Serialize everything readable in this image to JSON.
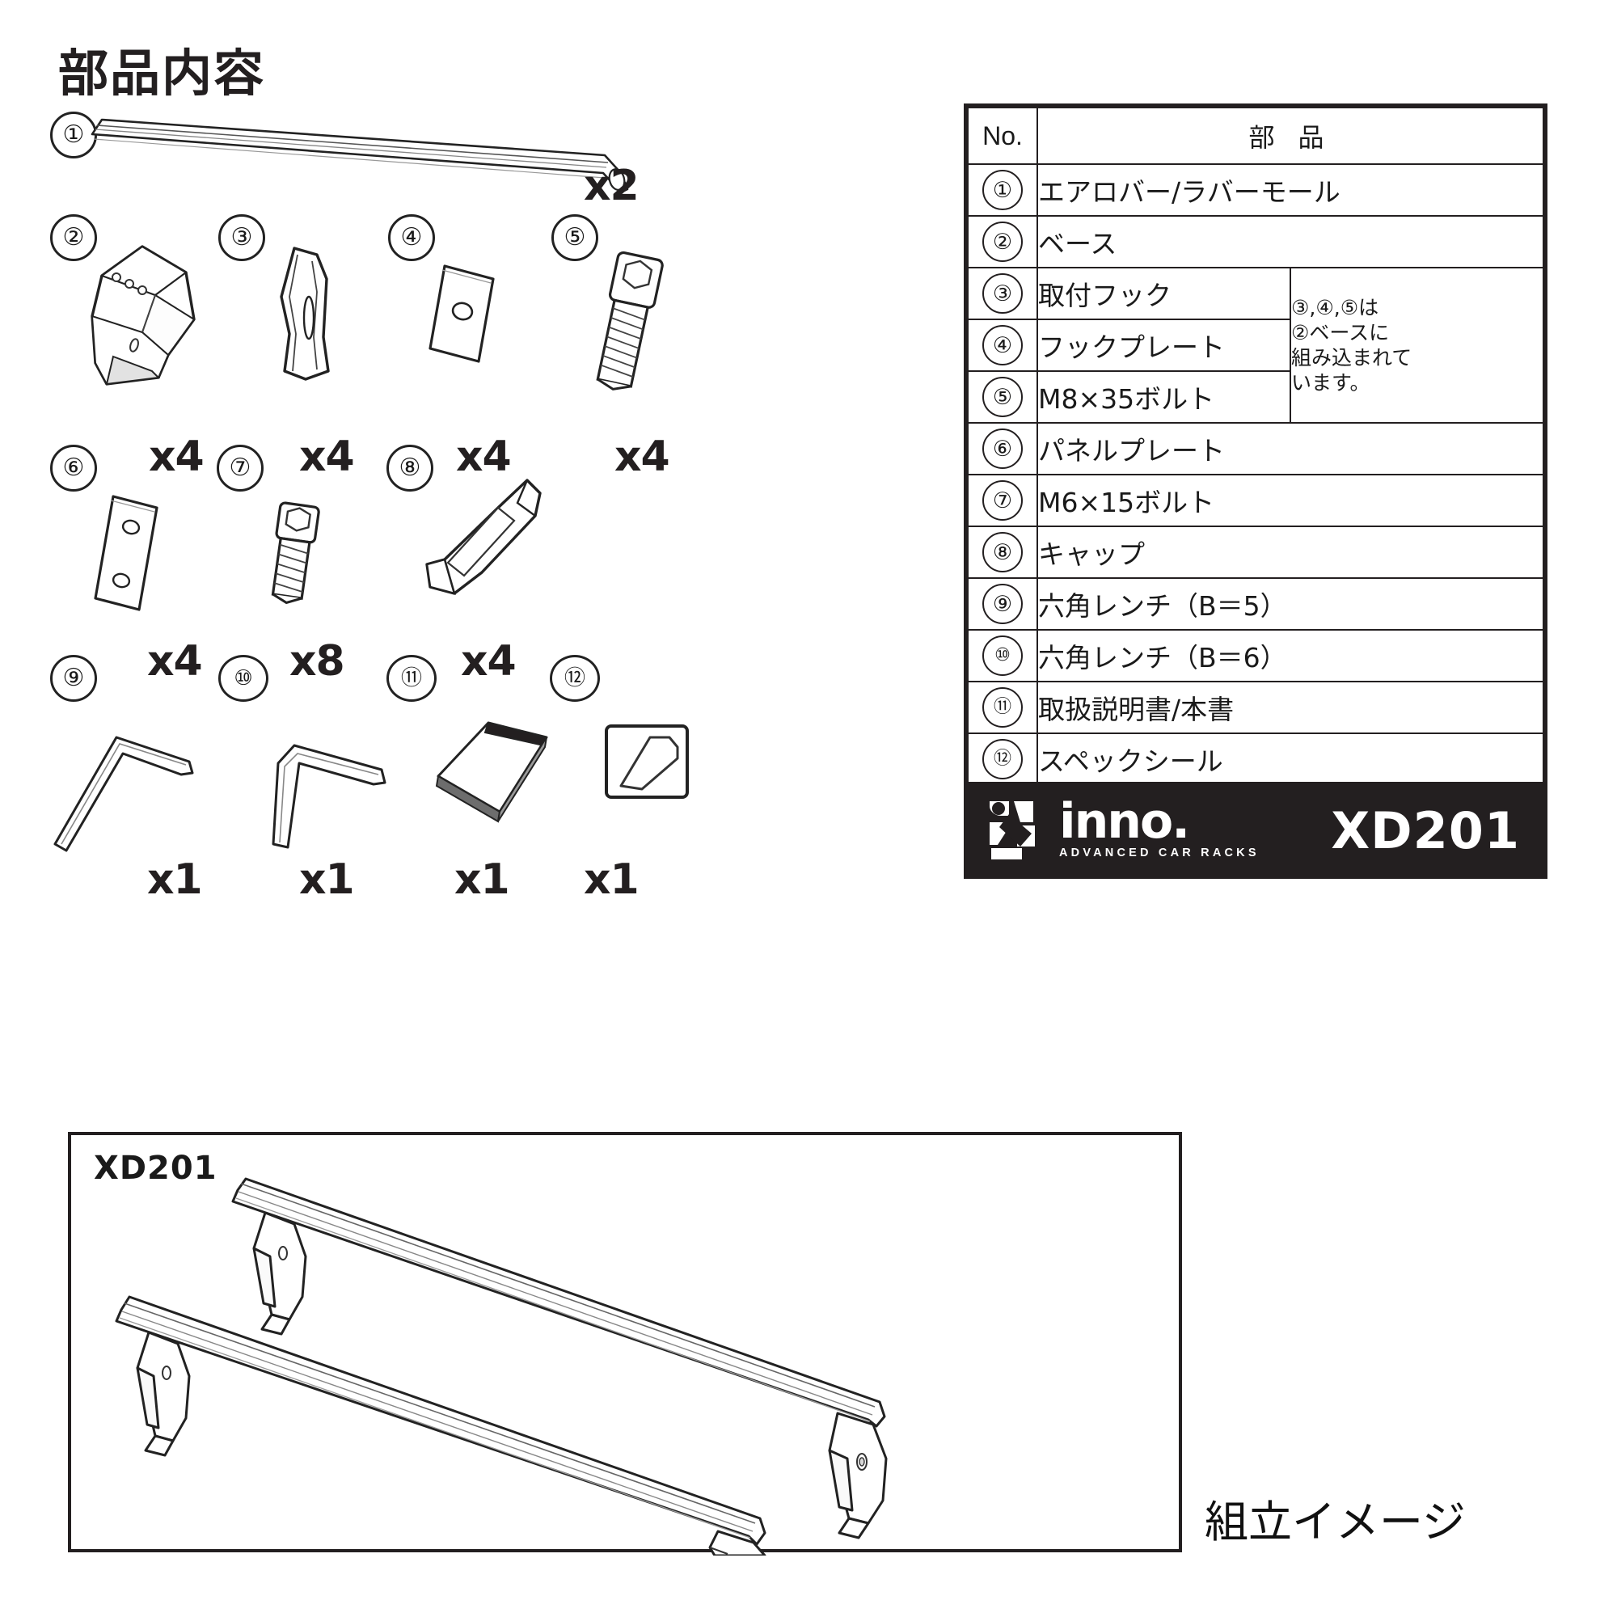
{
  "page": {
    "title": "部品内容"
  },
  "parts_illustrations": [
    {
      "num": "①",
      "qty": "x2",
      "icon": "aero-bar-icon"
    },
    {
      "num": "②",
      "qty": "x4",
      "icon": "base-icon"
    },
    {
      "num": "③",
      "qty": "x4",
      "icon": "mounting-hook-icon"
    },
    {
      "num": "④",
      "qty": "x4",
      "icon": "hook-plate-icon"
    },
    {
      "num": "⑤",
      "qty": "x4",
      "icon": "m8-bolt-icon"
    },
    {
      "num": "⑥",
      "qty": "x4",
      "icon": "panel-plate-icon"
    },
    {
      "num": "⑦",
      "qty": "x8",
      "icon": "m6-bolt-icon"
    },
    {
      "num": "⑧",
      "qty": "x4",
      "icon": "cap-icon"
    },
    {
      "num": "⑨",
      "qty": "x1",
      "icon": "hex-wrench-b5-icon"
    },
    {
      "num": "⑩",
      "qty": "x1",
      "icon": "hex-wrench-b6-icon"
    },
    {
      "num": "⑪",
      "qty": "x1",
      "icon": "manual-booklet-icon"
    },
    {
      "num": "⑫",
      "qty": "x1",
      "icon": "spec-sticker-icon"
    }
  ],
  "parts_table": {
    "headers": {
      "no": "No.",
      "part": "部 品"
    },
    "rows": [
      {
        "no": "①",
        "name": "エアロバー/ラバーモール"
      },
      {
        "no": "②",
        "name": "ベース"
      },
      {
        "no": "③",
        "name": "取付フック"
      },
      {
        "no": "④",
        "name": "フックプレート"
      },
      {
        "no": "⑤",
        "name": "M8×35ボルト"
      },
      {
        "no": "⑥",
        "name": "パネルプレート"
      },
      {
        "no": "⑦",
        "name": "M6×15ボルト"
      },
      {
        "no": "⑧",
        "name": "キャップ"
      },
      {
        "no": "⑨",
        "name": "六角レンチ（B＝5）"
      },
      {
        "no": "⑩",
        "name": "六角レンチ（B＝6）"
      },
      {
        "no": "⑪",
        "name": "取扱説明書/本書"
      },
      {
        "no": "⑫",
        "name": "スペックシール"
      }
    ],
    "note": {
      "line1": "③,④,⑤は",
      "line2": "②ベースに",
      "line3": "組み込まれて",
      "line4": "います。"
    }
  },
  "brand": {
    "name": "inno.",
    "tagline": "ADVANCED CAR RACKS",
    "model": "XD201",
    "bar_color": "#231f20"
  },
  "assembly": {
    "label": "XD201",
    "caption": "組立イメージ"
  }
}
